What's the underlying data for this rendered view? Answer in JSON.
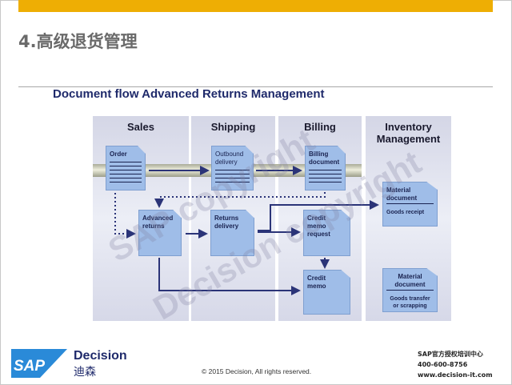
{
  "header": {
    "title": "4.高级退货管理",
    "subtitle": "Document flow Advanced Returns Management"
  },
  "columns": [
    "Sales",
    "Shipping",
    "Billing",
    "Inventory Management"
  ],
  "documents": {
    "order": "Order",
    "outbound": "Outbound delivery",
    "billing": "Billing document",
    "advanced_returns": "Advanced returns",
    "returns_delivery": "Returns delivery",
    "credit_memo_request": "Credit memo request",
    "credit_memo": "Credit memo",
    "material_doc_1": {
      "title": "Material document",
      "sub": "Goods receipt"
    },
    "material_doc_2": {
      "title": "Material document",
      "sub": "Goods transfer or scrapping"
    }
  },
  "watermarks": [
    "SAP copyright",
    "Decision copyright"
  ],
  "footer": {
    "brand": "Decision",
    "brand_cn": "迪森",
    "logo": "SAP",
    "copyright": "© 2015 Decision, All rights reserved.",
    "contact": [
      "SAP官方授权培训中心",
      "400-600-8756",
      "www.decision-it.com"
    ]
  },
  "colors": {
    "accent": "#eeae04",
    "navy": "#1f2a6b",
    "doc": "#9fbde8"
  }
}
